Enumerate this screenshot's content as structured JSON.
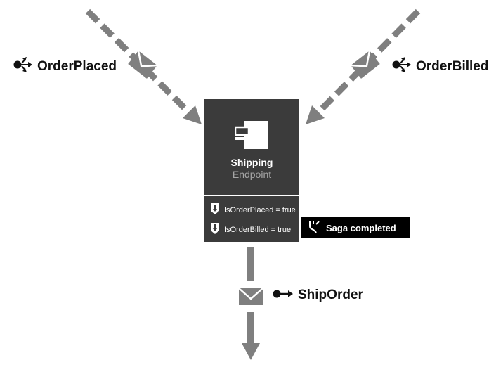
{
  "events": {
    "order_placed": "OrderPlaced",
    "order_billed": "OrderBilled"
  },
  "endpoint": {
    "name": "Shipping",
    "type": "Endpoint"
  },
  "saga_state": {
    "row1": "IsOrderPlaced = true",
    "row2": "IsOrderBilled = true"
  },
  "saga_status": "Saga completed",
  "command": "ShipOrder",
  "colors": {
    "arrow": "#7f7f7f",
    "endpoint_bg": "#3b3b3b",
    "subtitle": "#a6a6a6",
    "badge_bg": "#000000"
  }
}
